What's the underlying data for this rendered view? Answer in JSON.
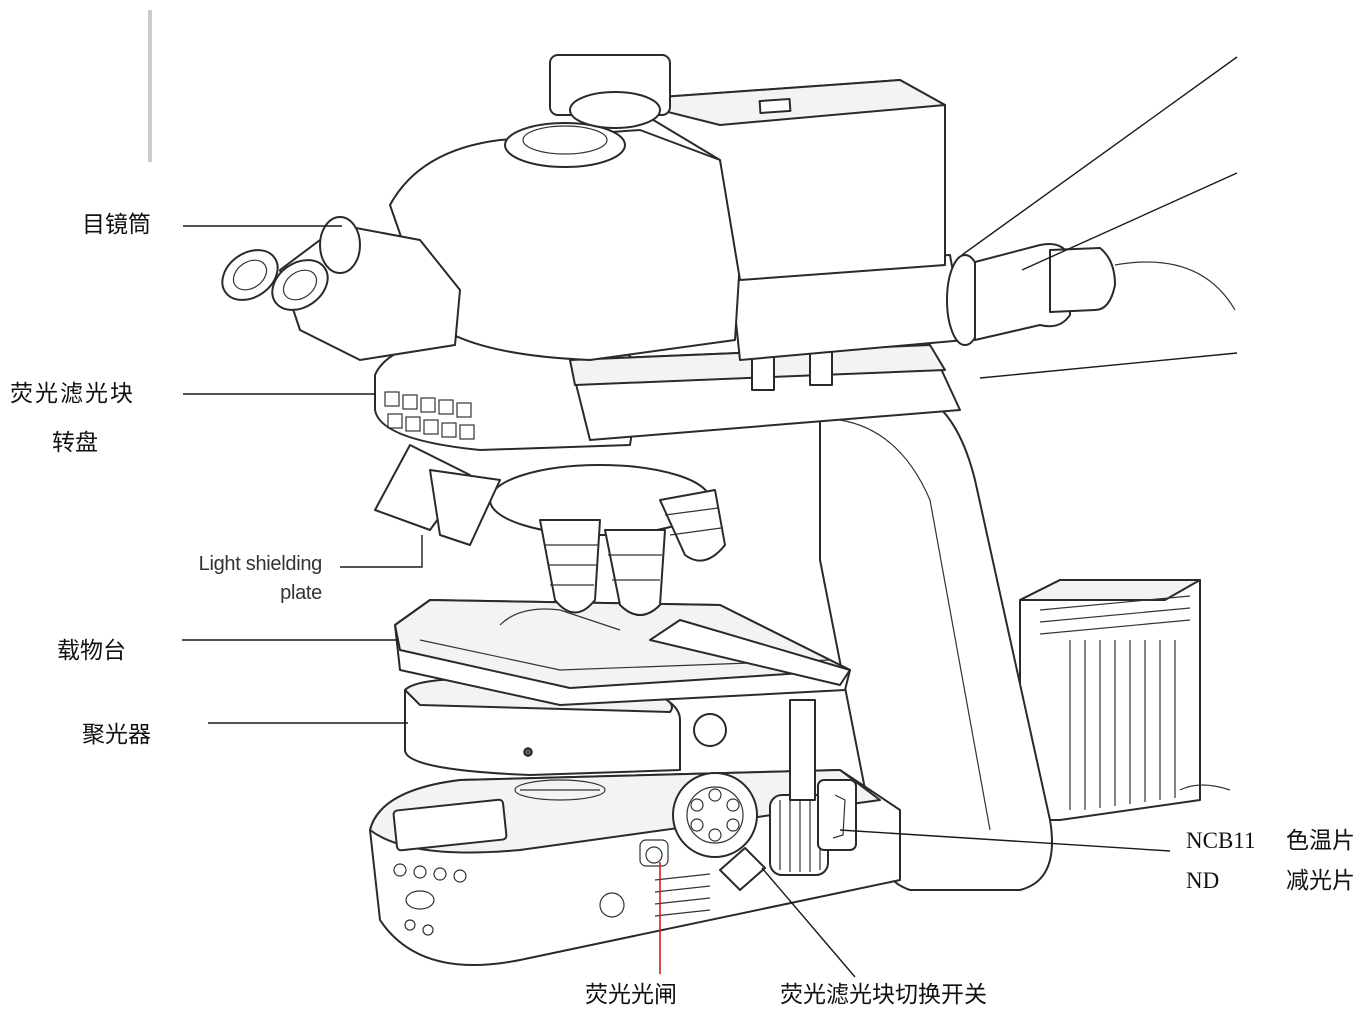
{
  "labels": {
    "eyepiece_tube": "目镜筒",
    "filter_turret_line1": "荧光滤光块",
    "filter_turret_line2": "转盘",
    "light_shielding_line1": "Light shielding",
    "light_shielding_line2": "plate",
    "stage": "载物台",
    "condenser": "聚光器",
    "ncb11_code": "NCB11",
    "ncb11_desc": "色温片",
    "nd_code": "ND",
    "nd_desc": "减光片",
    "fluor_shutter": "荧光光闸",
    "filter_switch": "荧光滤光块切换开关"
  },
  "colors": {
    "line": "#1a1a1a",
    "shutter_line": "#cc2222",
    "sidebar_bar": "#cccccc",
    "label_text": "#111111"
  }
}
